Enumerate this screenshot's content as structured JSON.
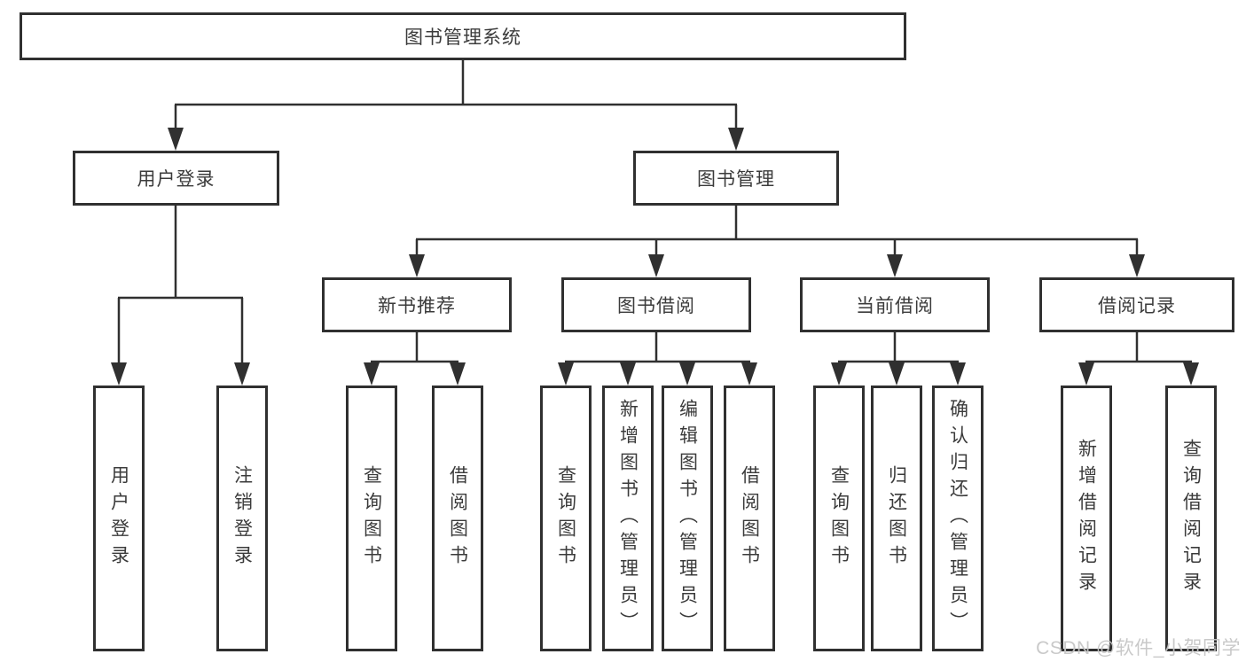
{
  "tree": {
    "root": {
      "label": "图书管理系统"
    },
    "branches": [
      {
        "label": "用户登录",
        "children": [
          {
            "label": "用户登录"
          },
          {
            "label": "注销登录"
          }
        ]
      },
      {
        "label": "图书管理",
        "children": [
          {
            "label": "新书推荐",
            "children": [
              {
                "label": "查询图书"
              },
              {
                "label": "借阅图书"
              }
            ]
          },
          {
            "label": "图书借阅",
            "children": [
              {
                "label": "查询图书"
              },
              {
                "label": "新增图书（管理员）"
              },
              {
                "label": "编辑图书（管理员）"
              },
              {
                "label": "借阅图书"
              }
            ]
          },
          {
            "label": "当前借阅",
            "children": [
              {
                "label": "查询图书"
              },
              {
                "label": "归还图书"
              },
              {
                "label": "确认归还（管理员）"
              }
            ]
          },
          {
            "label": "借阅记录",
            "children": [
              {
                "label": "新增借阅记录"
              },
              {
                "label": "查询借阅记录"
              }
            ]
          }
        ]
      }
    ]
  },
  "watermark": {
    "text": "CSDN @软件_小贺同学"
  },
  "colors": {
    "line": "#303030",
    "box_border": "#303030",
    "text": "#3b3b3b",
    "background": "#ffffff",
    "watermark": "#c6c6c6"
  }
}
